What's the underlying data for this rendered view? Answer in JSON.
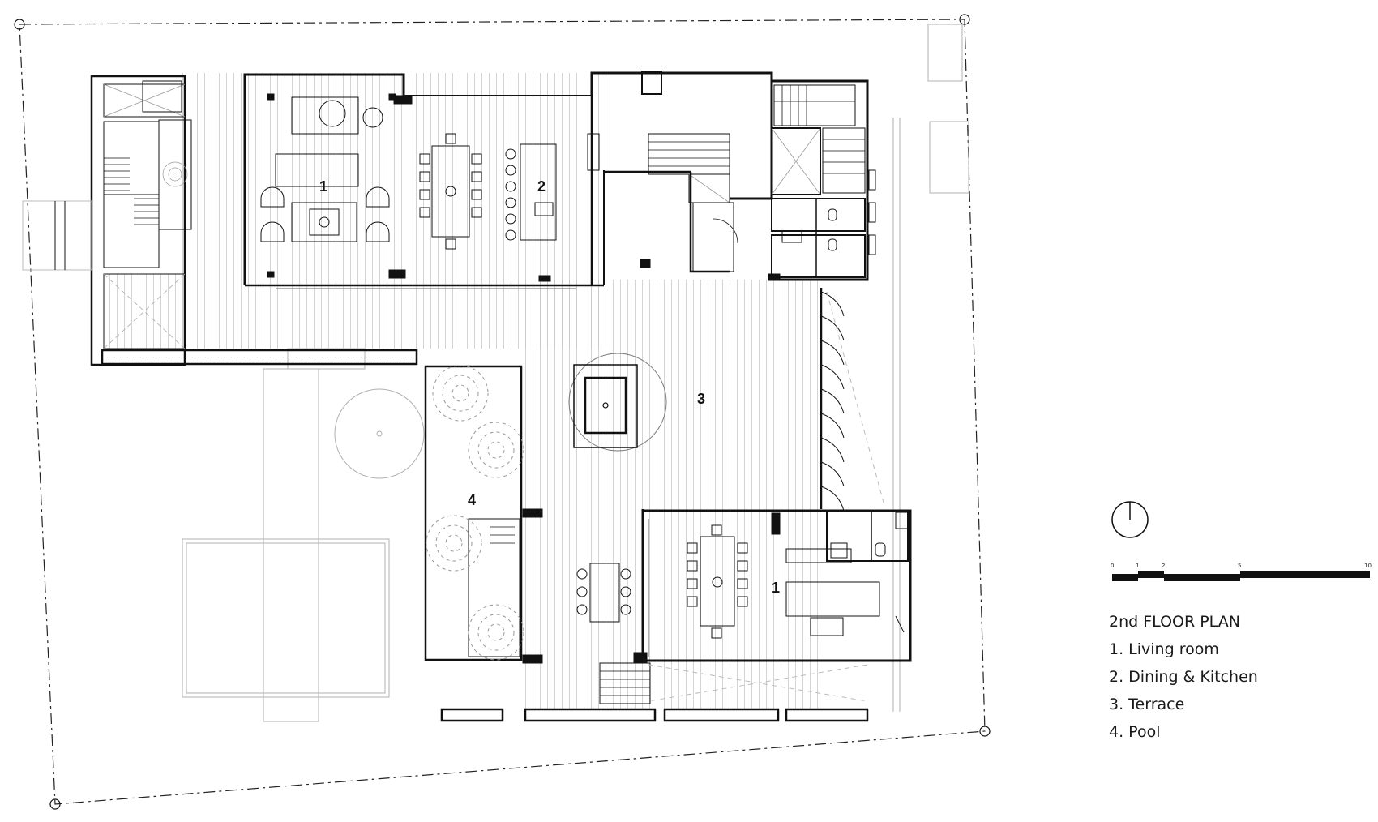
{
  "plan": {
    "title": "2nd FLOOR PLAN",
    "legend": [
      "1. Living room",
      "2. Dining & Kitchen",
      "3. Terrace",
      "4. Pool"
    ],
    "room_labels": {
      "living_north": "1",
      "dining_kitchen": "2",
      "terrace": "3",
      "pool": "4",
      "living_south": "1"
    },
    "scale_bar": {
      "ticks": [
        "0",
        "1",
        "2",
        "5",
        "10"
      ]
    },
    "north_arrow": "north-arrow-icon",
    "colors": {
      "ink": "#111111",
      "light": "#9a9a9a",
      "hatch": "#c8c8c8"
    }
  }
}
